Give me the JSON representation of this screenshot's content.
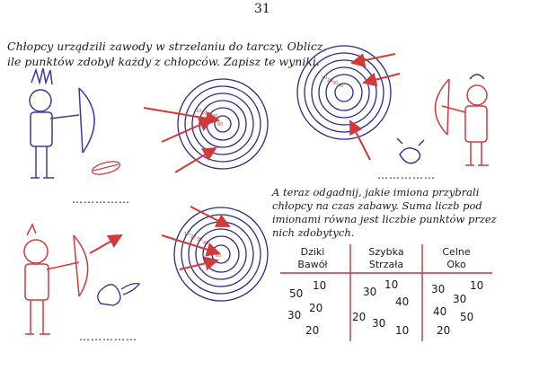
{
  "page_number": "31",
  "task1": {
    "lines": [
      "Chłopcy urządzili zawody w strzelaniu do tarczy. Oblicz,",
      "ile punktów zdobył każdy z chłopców. Zapisz te wyniki."
    ]
  },
  "targets": {
    "ring_values": [
      "10",
      "20",
      "30",
      "40",
      "50"
    ],
    "center_value": "80"
  },
  "answer_blanks": [
    "……………",
    "……………",
    "……………"
  ],
  "task2": {
    "lines": [
      "A teraz odgadnij, jakie imiona przybrali",
      "chłopcy na czas zabawy. Suma liczb pod",
      "imionami równa jest liczbie punktów przez",
      "nich zdobytych."
    ]
  },
  "names": [
    {
      "line1": "Dziki",
      "line2": "Bawół"
    },
    {
      "line1": "Szybka",
      "line2": "Strzała"
    },
    {
      "line1": "Celne",
      "line2": "Oko"
    }
  ],
  "numbers": {
    "col1": [
      "10",
      "50",
      "20",
      "30",
      "20"
    ],
    "col2": [
      "10",
      "30",
      "40",
      "20",
      "30",
      "10"
    ],
    "col3": [
      "30",
      "10",
      "30",
      "40",
      "50",
      "20"
    ]
  },
  "colors": {
    "ink": "#1a1a1a",
    "target": "#2b2b86",
    "arrow": "#d23a3a",
    "table": "#c8343c"
  }
}
